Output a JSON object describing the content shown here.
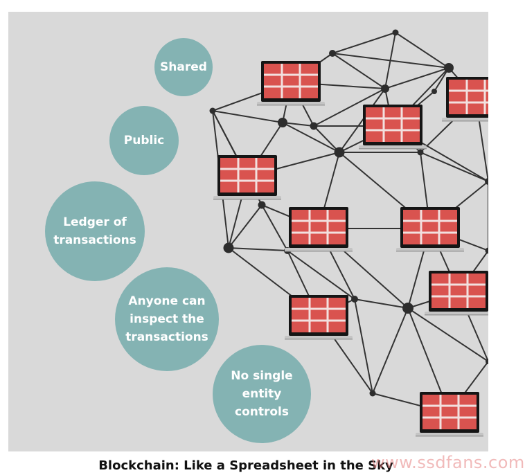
{
  "labels": [
    "Shared",
    "Public",
    "Ledger of\ntransactions",
    "Anyone can\ninspect the\ntransactions",
    "No single\nentity\ncontrols"
  ],
  "caption": "Blockchain: Like a Spreadsheet in the Sky",
  "watermark": "www.ssdfans.com",
  "colors": {
    "panel_background": "#d9d9d9",
    "bubble": "#84b3b3",
    "laptop_screen": "#d9534f",
    "node": "#2d2d2d"
  },
  "icons": {
    "laptop": "laptop-spreadsheet-icon",
    "node": "network-node-icon"
  },
  "counts": {
    "laptops": 9,
    "nodes": 20
  }
}
